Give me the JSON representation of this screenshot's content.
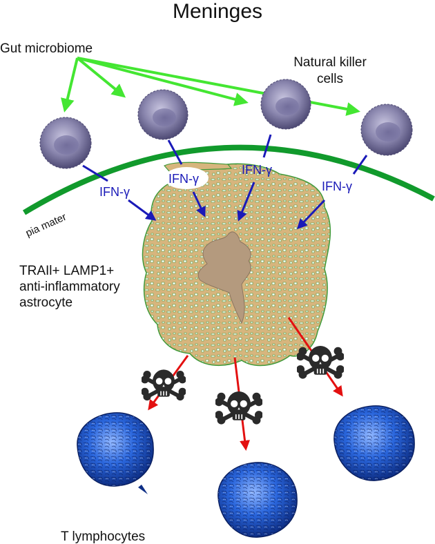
{
  "title": "Meninges",
  "labels": {
    "gut_microbiome": "Gut microbiome",
    "nk_line1": "Natural killer",
    "nk_line2": "cells",
    "pia_mater": "pia mater",
    "astro_line1": "TRAIl+ LAMP1+",
    "astro_line2": "anti-inflammatory",
    "astro_line3": "astrocyte",
    "t_lymphocytes": "T lymphocytes"
  },
  "ifn_labels": [
    "IFN-γ",
    "IFN-γ",
    "IFN-γ",
    "IFN-γ"
  ],
  "colors": {
    "green_arrow": "#44e632",
    "pia_mater": "#119a2c",
    "ifn_blue": "#1a1ab8",
    "kill_arrow": "#e31010",
    "astrocyte_fill": "#d7b57d",
    "astrocyte_edge": "#3f9a3a",
    "astrocyte_soma": "#b49a7e",
    "nk_cell": "#8a86ae",
    "t_cell": "#1f5fd6",
    "skull": "#2a2a2a"
  }
}
